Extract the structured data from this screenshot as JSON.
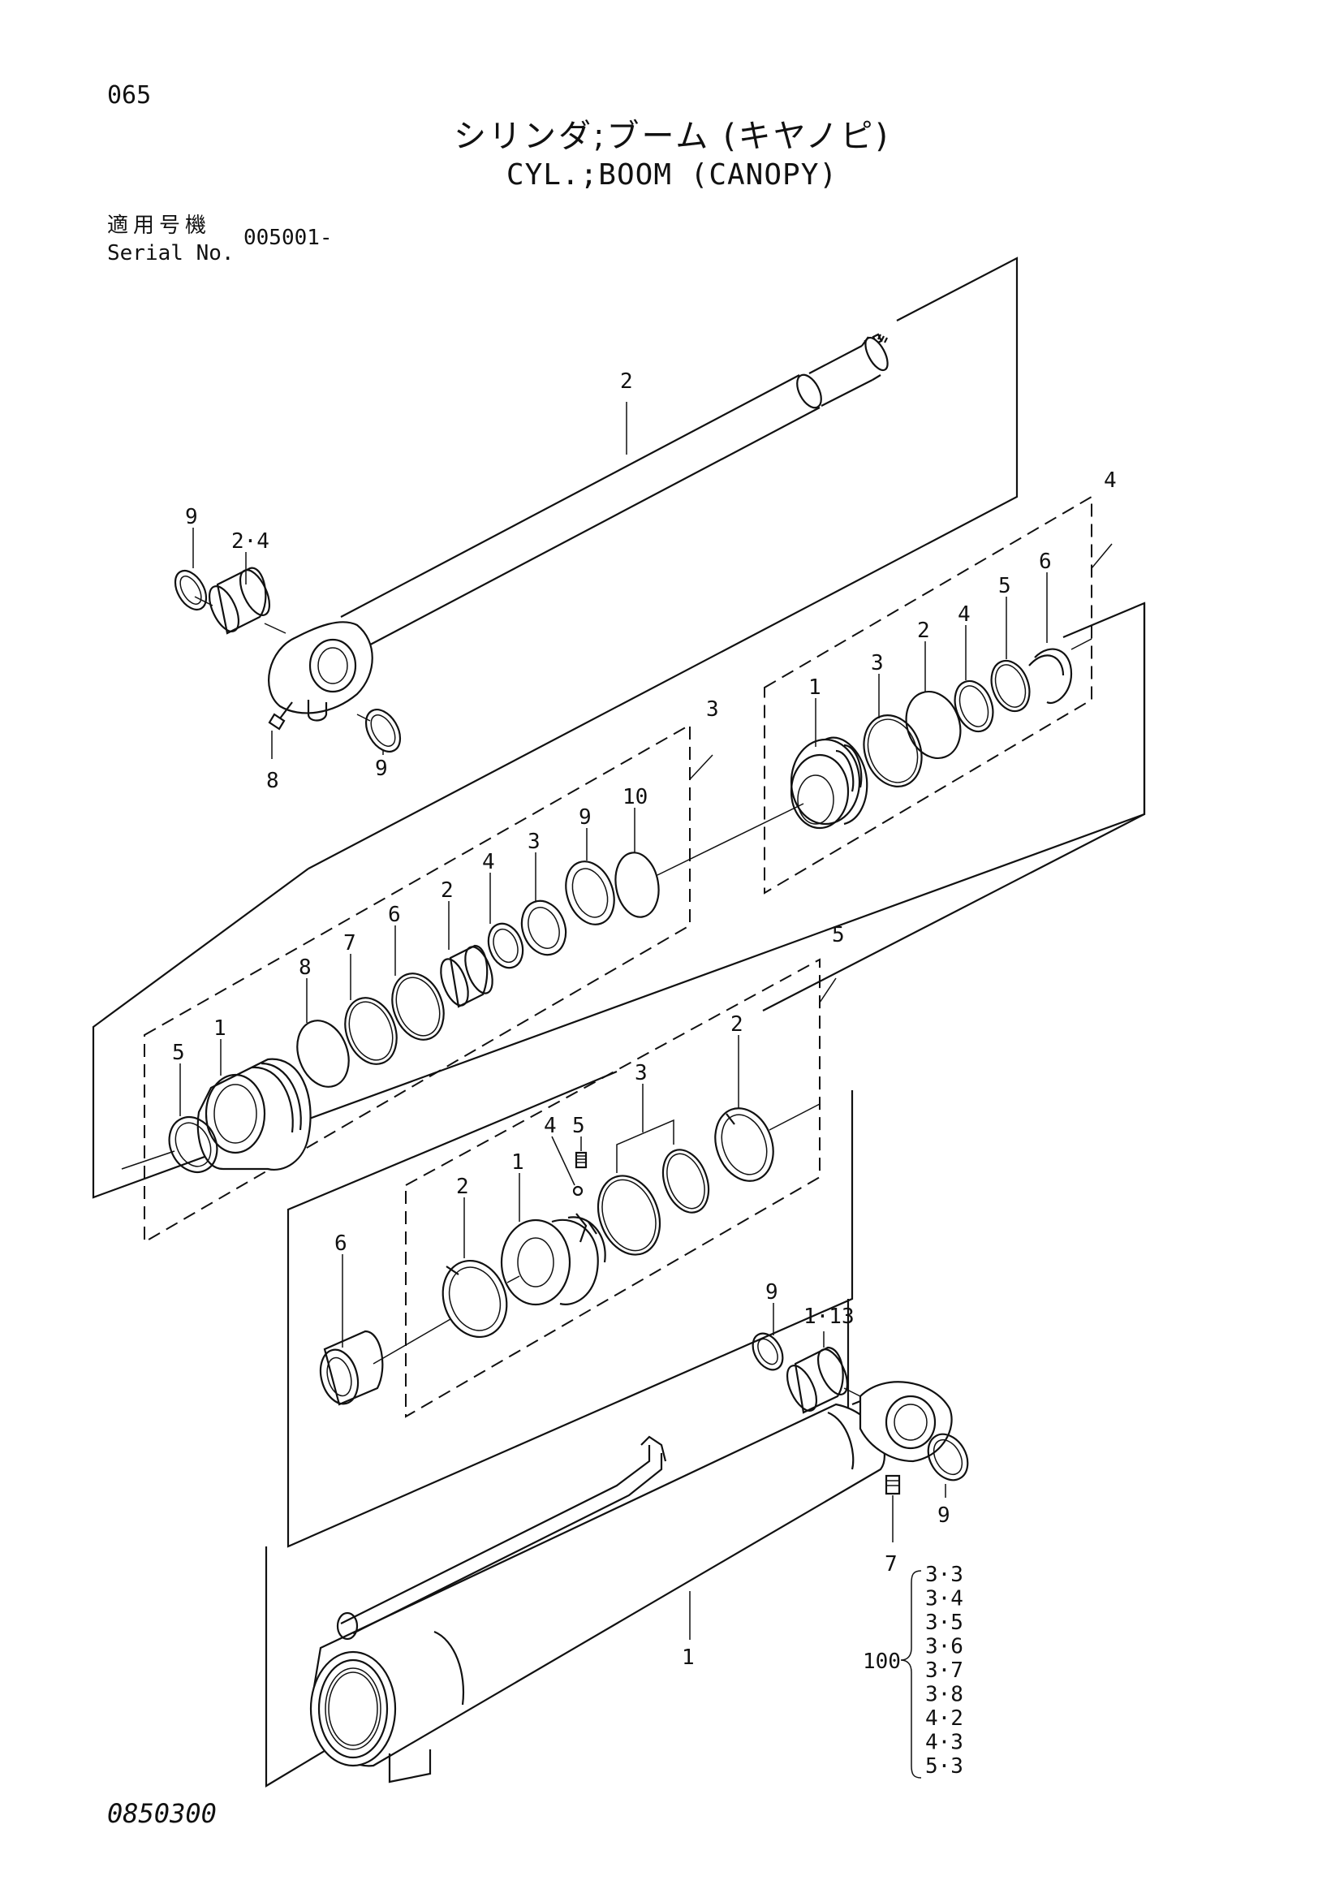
{
  "page": {
    "page_number": "065",
    "title_jp": "シリンダ;ブーム (キヤノピ)",
    "title_en": "CYL.;BOOM (CANOPY)",
    "serial_label_jp": "適用号機",
    "serial_label_en": "Serial No.",
    "serial_value": "005001-",
    "drawing_code": "0850300"
  },
  "callouts": {
    "rod": "2",
    "rod_ring_left": "9",
    "rod_bushing": "2·4",
    "rod_grease_fitting": "8",
    "rod_ring_right": "9",
    "group4": "4",
    "g4_piston": "1",
    "g4_ring3": "3",
    "g4_ring2": "2",
    "g4_ring4": "4",
    "g4_ring5": "5",
    "g4_ring6": "6",
    "group3": "3",
    "g3_head": "1",
    "g3_ring5": "5",
    "g3_ring8": "8",
    "g3_ring7": "7",
    "g3_ring6": "6",
    "g3_bushing2": "2",
    "g3_ring4": "4",
    "g3_ring3": "3",
    "g3_ring9": "9",
    "g3_ring10": "10",
    "group5": "5",
    "g5_piston": "1",
    "g5_ring2_left": "2",
    "g5_ring2_right": "2",
    "g5_rings3": "3",
    "g5_ball4": "4",
    "g5_screw5": "5",
    "g5_collar6": "6",
    "tube": "1",
    "tube_ring_left": "9",
    "tube_bushing": "1·13",
    "tube_ring_right": "9",
    "tube_grease_fitting": "7"
  },
  "kit": {
    "number": "100",
    "items": [
      "3·3",
      "3·4",
      "3·5",
      "3·6",
      "3·7",
      "3·8",
      "4·2",
      "4·3",
      "5·3"
    ]
  }
}
